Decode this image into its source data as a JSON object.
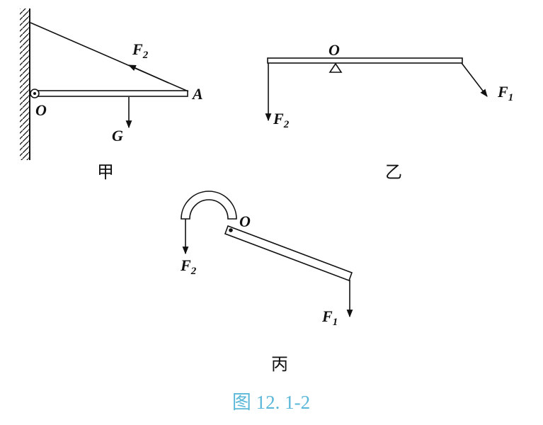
{
  "panels": {
    "jia": {
      "title": "甲",
      "pivot": "O",
      "end": "A",
      "force_top": "F",
      "force_top_sub": "2",
      "weight": "G"
    },
    "yi": {
      "title": "乙",
      "pivot": "O",
      "force_left": "F",
      "force_left_sub": "2",
      "force_right": "F",
      "force_right_sub": "1"
    },
    "bing": {
      "title": "丙",
      "pivot": "O",
      "force_left": "F",
      "force_left_sub": "2",
      "force_right": "F",
      "force_right_sub": "1"
    }
  },
  "caption": {
    "text": "图 12. 1-2",
    "color": "#5bb8d8"
  }
}
